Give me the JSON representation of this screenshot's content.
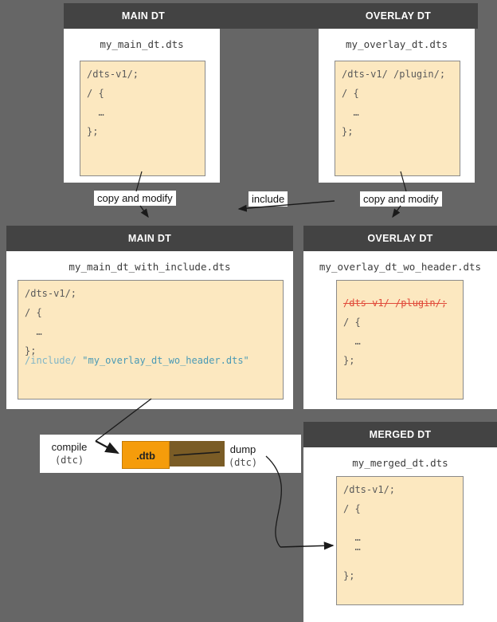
{
  "background_color": "#666666",
  "header_color": "#434343",
  "code_bg_color": "#fce8c0",
  "accent_color": "#f59c0b",
  "strike_color": "#e04a3a",
  "include_color": "#7fb5c7",
  "panels": {
    "main_dt_top": {
      "header": "MAIN DT",
      "file_name": "my_main_dt.dts",
      "code_lines": [
        "/dts-v1/;",
        "",
        "/ {",
        "",
        "  …",
        "",
        "};"
      ]
    },
    "overlay_dt_top": {
      "header": "OVERLAY DT",
      "file_name": "my_overlay_dt.dts",
      "code_lines": [
        "/dts-v1/ /plugin/;",
        "",
        "/ {",
        "",
        "  …",
        "",
        "};"
      ]
    },
    "main_dt_mid": {
      "header": "MAIN DT",
      "file_name": "my_main_dt_with_include.dts",
      "code_lines": [
        "/dts-v1/;",
        "",
        "/ {",
        "",
        "  …",
        "",
        "};"
      ],
      "include_prefix": "/include/ ",
      "include_target": "\"my_overlay_dt_wo_header.dts\""
    },
    "overlay_dt_mid": {
      "header": "OVERLAY DT",
      "file_name": "my_overlay_dt_wo_header.dts",
      "struck_line": "/dts-v1/ /plugin/;",
      "code_lines": [
        "",
        "/ {",
        "",
        "  …",
        "",
        "};"
      ]
    },
    "merged_dt": {
      "header": "MERGED DT",
      "file_name": "my_merged_dt.dts",
      "code_lines": [
        "/dts-v1/;",
        "",
        "/ {",
        "",
        "",
        "  …",
        "  …",
        "",
        "",
        "};"
      ]
    }
  },
  "arrows": {
    "copy_and_modify_left": "copy and modify",
    "include": "include",
    "copy_and_modify_right": "copy and modify"
  },
  "process": {
    "compile_label": "compile",
    "compile_tool": "(dtc)",
    "dtb_label": ".dtb",
    "dump_label": "dump",
    "dump_tool": "(dtc)"
  }
}
